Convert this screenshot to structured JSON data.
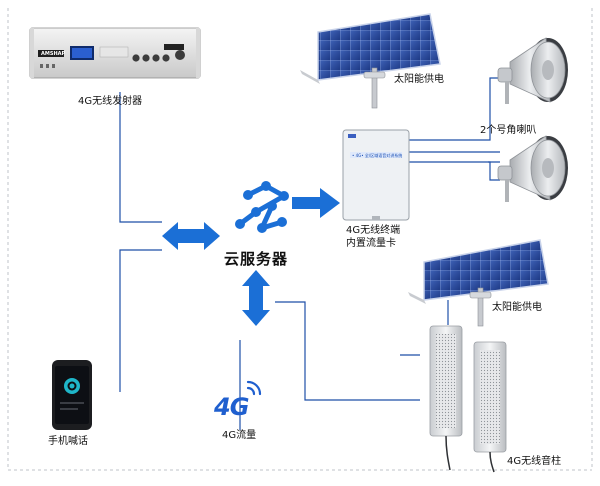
{
  "labels": {
    "transmitter": "4G无线发射器",
    "cloud": "云服务器",
    "terminal_line1": "4G无线终端",
    "terminal_line2": "内置流量卡",
    "solar_top": "太阳能供电",
    "horns": "2个号角喇叭",
    "solar_bottom": "太阳能供电",
    "phone": "手机喊话",
    "traffic": "4G流量",
    "speakers": "4G无线音柱"
  },
  "logo_4g": "4G",
  "amp_brand": "AMSHAP",
  "terminal_panel_text": "• 4G• 全/区域语音对讲系统",
  "colors": {
    "line": "#1f4fa8",
    "arrow": "#1b6fd6",
    "cloud_node": "#1b6fd6",
    "solar_panel": "#2a4ea0",
    "horn": "#d9dbdd"
  },
  "icons": [
    "amplifier-icon",
    "cloud-server-icon",
    "solar-panel-icon",
    "terminal-box-icon",
    "horn-speaker-icon",
    "column-speaker-icon",
    "smartphone-icon",
    "signal-icon"
  ]
}
